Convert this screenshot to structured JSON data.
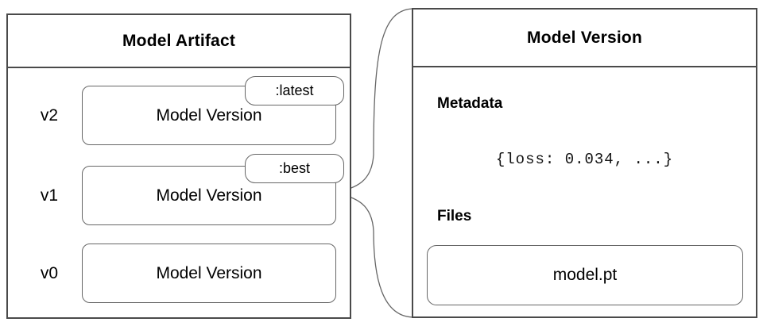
{
  "left_panel": {
    "title": "Model Artifact",
    "rows": [
      {
        "version": "v2",
        "label": "Model Version",
        "tag": ":latest"
      },
      {
        "version": "v1",
        "label": "Model Version",
        "tag": ":best"
      },
      {
        "version": "v0",
        "label": "Model Version"
      }
    ]
  },
  "right_panel": {
    "title": "Model Version",
    "metadata_heading": "Metadata",
    "metadata_value": "{loss: 0.034, ...}",
    "files_heading": "Files",
    "file_name": "model.pt"
  },
  "colors": {
    "panel_border": "#4a4a4a",
    "box_border": "#666666",
    "text": "#000000",
    "background": "#ffffff"
  }
}
